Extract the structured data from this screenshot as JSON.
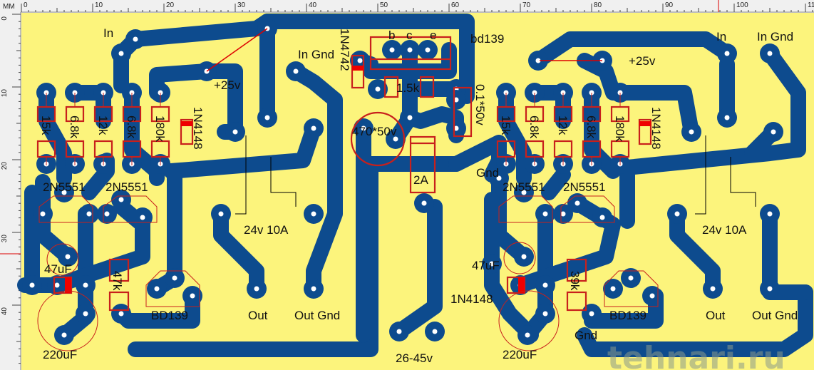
{
  "ruler": {
    "unit": "MM",
    "top": [
      "0",
      "10",
      "20",
      "30",
      "40",
      "50",
      "60",
      "70",
      "80",
      "90",
      "100",
      "110"
    ],
    "left": [
      "0",
      "10",
      "20",
      "30",
      "40"
    ]
  },
  "colors": {
    "board": "#fcf47c",
    "copper": "#0d4b8e",
    "silkscreen": "#c8201c"
  },
  "left_channel": {
    "in": "In",
    "in_gnd": "In Gnd",
    "plus25": "+25v",
    "resistors": [
      "15k",
      "6.8k",
      "12k",
      "6.8k",
      "180k"
    ],
    "diode": "1N4148",
    "q1": "2N5551",
    "q2": "2N5551",
    "transformer": "24v 10A",
    "cap_small": "47uF",
    "r_bias": "47k",
    "power_tr": "BD139",
    "out": "Out",
    "out_gnd": "Out Gnd",
    "cap_big": "220uF"
  },
  "center": {
    "zener": "1N4742",
    "pin_b": "b",
    "pin_c": "c",
    "pin_e": "e",
    "transistor": "bd139",
    "r_center": "1.5k",
    "cap_film": "0.1*50v",
    "cap_elec": "470*50v",
    "fuse": "2A",
    "supply": "26-45v"
  },
  "right_channel": {
    "in": "In",
    "in_gnd": "In Gnd",
    "plus25": "+25v",
    "resistors": [
      "15k",
      "6.8k",
      "12k",
      "6.8k",
      "180k"
    ],
    "diode": "1N4148",
    "gnd": "Gnd",
    "q1": "2N5551",
    "q2": "2N5551",
    "transformer": "24v 10A",
    "cap_small": "47uF",
    "diode2": "1N4148",
    "r_bias": "39k",
    "power_tr": "BD139",
    "out": "Out",
    "out_gnd": "Out Gnd",
    "gnd2": "Gnd",
    "cap_big": "220uF"
  },
  "watermark": "tehnari.ru"
}
